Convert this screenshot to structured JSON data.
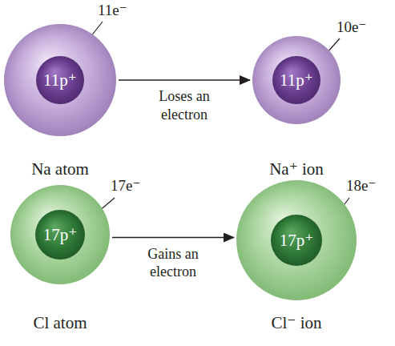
{
  "diagram": {
    "nodes": [
      {
        "text": [
          "11e⁻",
          "Na atom"
        ]
      },
      {
        "text": [
          "11p⁺"
        ],
        "in": 0
      },
      {
        "text": [
          "10e⁻",
          "Na⁺ ion"
        ]
      },
      {
        "text": [
          "11p⁺"
        ],
        "in": 2
      },
      {
        "text": [
          "17e⁻",
          "Cl atom"
        ]
      },
      {
        "text": [
          "17p⁺"
        ],
        "in": 4
      },
      {
        "text": [
          "18e⁻",
          "Cl⁻ ion"
        ]
      },
      {
        "text": [
          "17p⁺"
        ],
        "in": 6
      }
    ],
    "edges": [
      {
        "from": 0,
        "to": 2,
        "arrow": "to",
        "label": "Loses an electron"
      },
      {
        "from": 4,
        "to": 6,
        "arrow": "to",
        "label": "Gains an electron"
      }
    ]
  }
}
